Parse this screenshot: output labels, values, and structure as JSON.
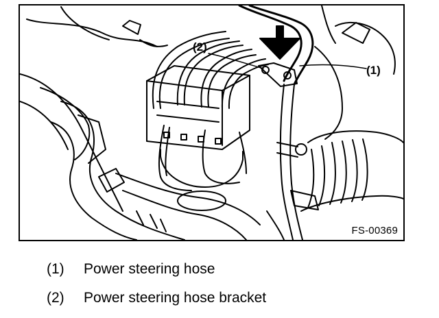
{
  "figure": {
    "id_label": "FS-00369",
    "callouts": [
      {
        "key": "1",
        "label": "(1)"
      },
      {
        "key": "2",
        "label": "(2)"
      }
    ]
  },
  "legend": [
    {
      "num": "(1)",
      "text": "Power steering hose"
    },
    {
      "num": "(2)",
      "text": "Power steering hose bracket"
    }
  ]
}
